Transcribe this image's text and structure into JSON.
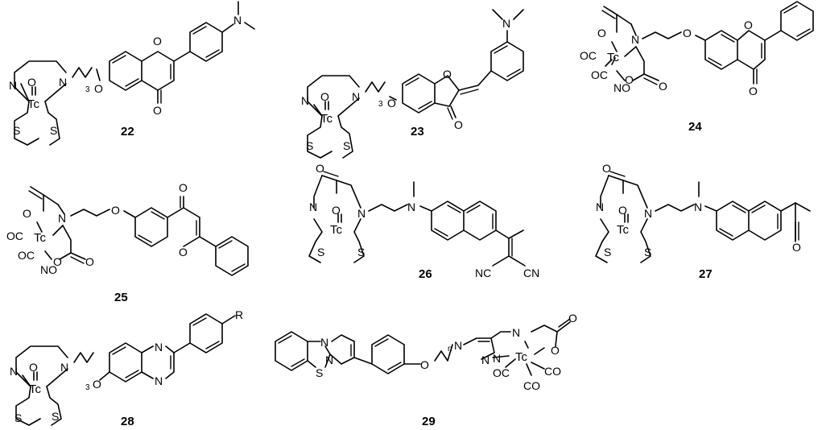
{
  "compounds": [
    {
      "id": "c22",
      "label": "22"
    },
    {
      "id": "c23",
      "label": "23"
    },
    {
      "id": "c24",
      "label": "24"
    },
    {
      "id": "c25",
      "label": "25"
    },
    {
      "id": "c26",
      "label": "26"
    },
    {
      "id": "c27",
      "label": "27"
    },
    {
      "id": "c28",
      "label": "28"
    },
    {
      "id": "c29",
      "label": "29"
    }
  ],
  "atoms": {
    "N": "N",
    "S": "S",
    "O": "O",
    "Tc": "Tc",
    "R": "R",
    "OC": "OC",
    "CO": "CO",
    "NO": "NO",
    "NC": "NC",
    "CN": "CN",
    "sub3": "3",
    "subn": "n"
  }
}
